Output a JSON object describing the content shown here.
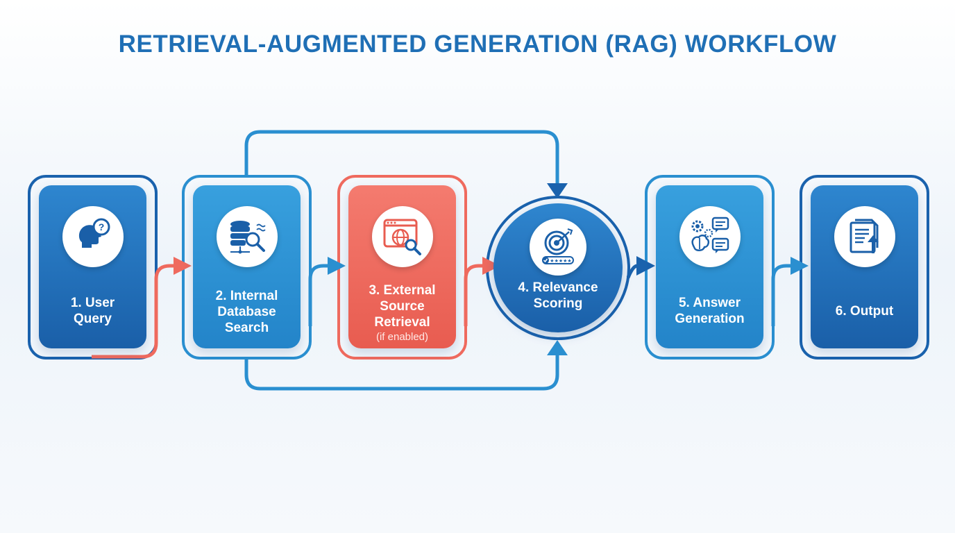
{
  "title": "RETRIEVAL-AUGMENTED GENERATION (RAG) WORKFLOW",
  "steps": [
    {
      "line1": "1. User",
      "line2": "Query",
      "line3": "",
      "note": "",
      "icon": "head-question-icon"
    },
    {
      "line1": "2. Internal",
      "line2": "Database",
      "line3": "Search",
      "note": "",
      "icon": "database-search-icon"
    },
    {
      "line1": "3. External",
      "line2": "Source",
      "line3": "Retrieval",
      "note": "(if enabled)",
      "icon": "web-search-icon"
    },
    {
      "line1": "4. Relevance",
      "line2": "Scoring",
      "line3": "",
      "note": "",
      "icon": "target-rating-icon"
    },
    {
      "line1": "5. Answer",
      "line2": "Generation",
      "line3": "",
      "note": "",
      "icon": "ai-generation-icon"
    },
    {
      "line1": "6. Output",
      "line2": "",
      "line3": "",
      "note": "",
      "icon": "document-output-icon"
    }
  ],
  "colors": {
    "title": "#1f6fb5",
    "dark_blue": "#1a62ad",
    "mid_blue": "#2a8fd0",
    "coral": "#ef6a5e",
    "light_outline": "#3aa0dc"
  }
}
